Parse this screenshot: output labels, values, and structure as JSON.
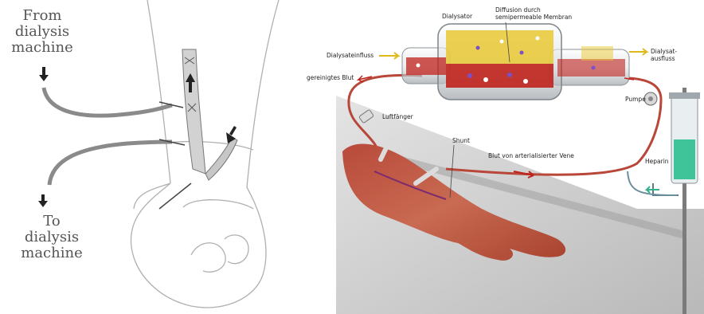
{
  "left_panel": {
    "from_label": [
      "From",
      "dialysis",
      "machine"
    ],
    "to_label": [
      "To",
      "dialysis",
      "machine"
    ]
  },
  "right_panel": {
    "labels": {
      "dialysator": "Dialysator",
      "diffusion": [
        "Diffusion durch",
        "semipermeable Membran"
      ],
      "inflow": "Dialysateinfluss",
      "outflow": [
        "Dialysat-",
        "ausfluss"
      ],
      "cleaned_blood": "gereinigtes Blut",
      "pump": "Pumpe",
      "air_trap": "Luftfänger",
      "shunt": "Shunt",
      "arterial_blood": "Blut von arterialisierter Vene",
      "heparin": "Heparin"
    }
  },
  "colors": {
    "blood": "#c0221c",
    "dialysate": "#e8c832",
    "heparin_fluid": "#3fc49a",
    "sketch_line": "#9a9a9a"
  }
}
